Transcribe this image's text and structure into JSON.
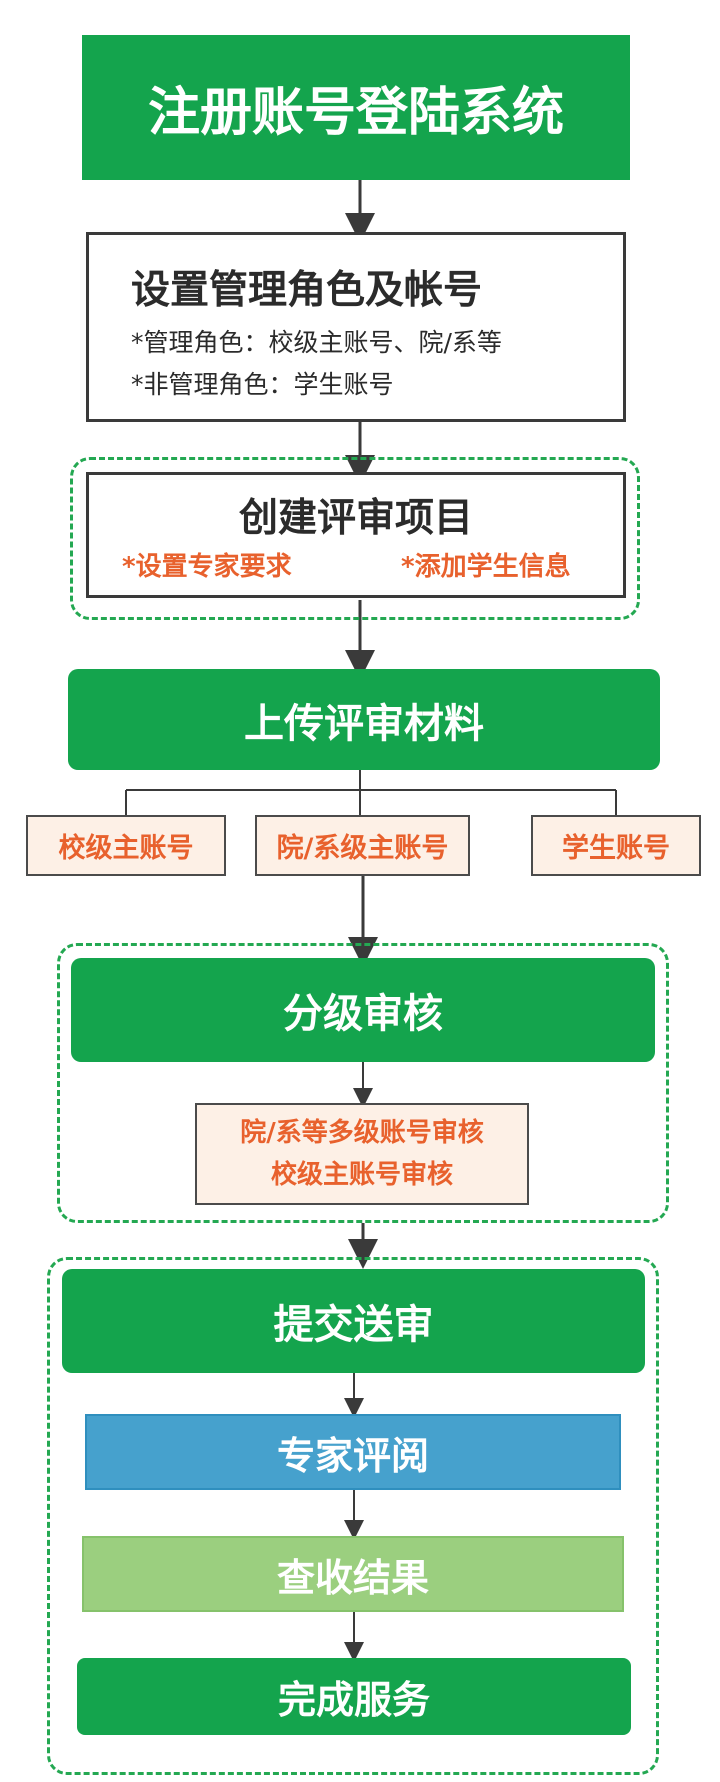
{
  "steps": {
    "register": "注册账号登陆系统",
    "setup": {
      "title": "设置管理角色及帐号",
      "line1": "*管理角色：校级主账号、院/系等",
      "line2": "*非管理角色：学生账号"
    },
    "create": {
      "title": "创建评审项目",
      "note_left": "*设置专家要求",
      "note_right": "*添加学生信息"
    },
    "upload": "上传评审材料",
    "accounts": [
      "校级主账号",
      "院/系级主账号",
      "学生账号"
    ],
    "review": {
      "title": "分级审核",
      "line1": "院/系等多级账号审核",
      "line2": "校级主账号审核"
    },
    "submit": "提交送审",
    "expert": "专家评阅",
    "results": "查收结果",
    "done": "完成服务"
  },
  "colors": {
    "green": "#14a44d",
    "blue": "#46a1cd",
    "light_green": "#9bcf7f",
    "orange": "#e8612d",
    "pill_bg": "#fdf0e6"
  }
}
